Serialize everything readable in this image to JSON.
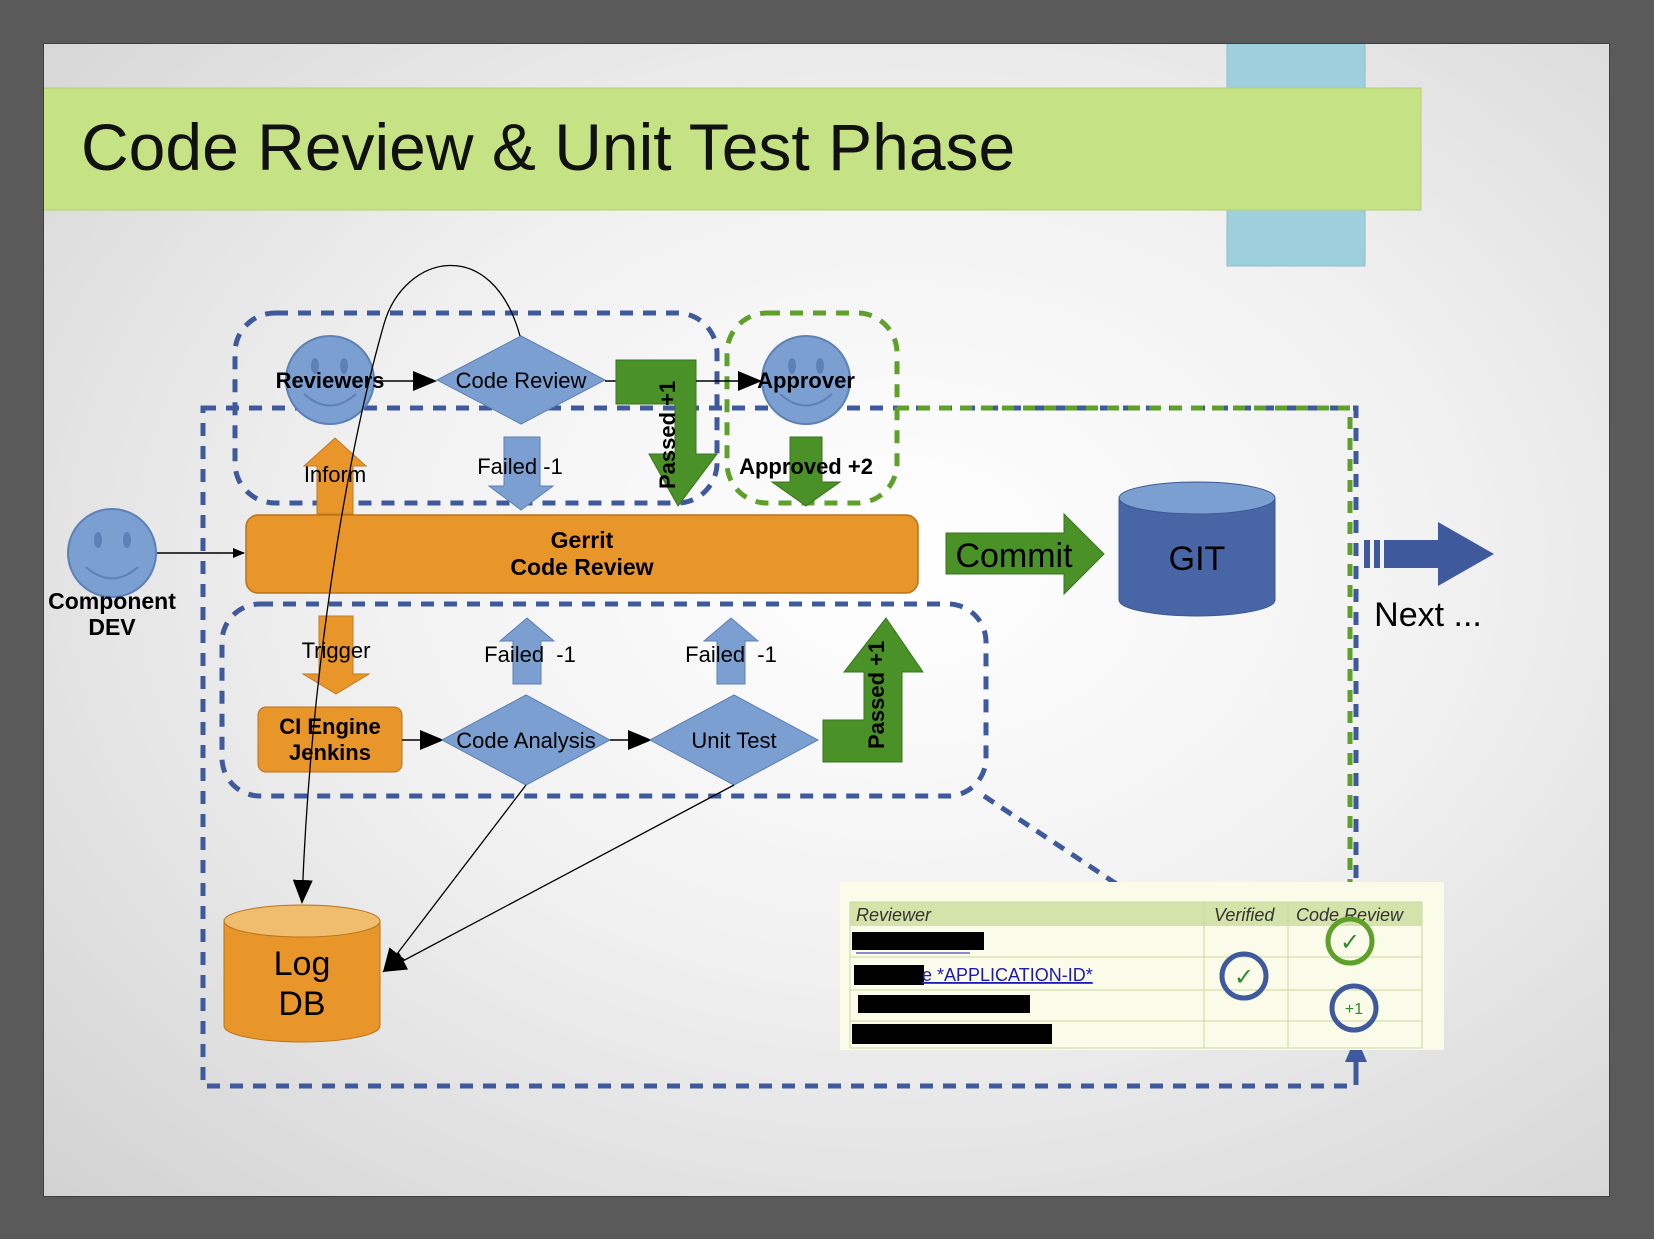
{
  "title": "Code Review & Unit Test Phase",
  "nodes": {
    "component_dev": "Component\nDEV",
    "reviewers": "Reviewers",
    "code_review_decision": "Code Review",
    "approver": "Approver",
    "gerrit": "Gerrit\nCode Review",
    "ci_engine": "CI Engine\nJenkins",
    "code_analysis": "Code Analysis",
    "unit_test": "Unit Test",
    "git": "GIT",
    "log_db": "Log\nDB"
  },
  "arrows": {
    "inform": "Inform",
    "trigger": "Trigger",
    "failed_review": "Failed -1",
    "passed_review": "Passed +1",
    "approved": "Approved +2",
    "failed_analysis": "Failed  -1",
    "failed_unit_test": "Failed  -1",
    "passed_ci": "Passed +1",
    "commit": "Commit",
    "next": "Next ..."
  },
  "review_table": {
    "headers": [
      "Reviewer",
      "Verified",
      "Code Review"
    ],
    "rows": [
      {
        "reviewer": "",
        "verified": "",
        "code_review": "check"
      },
      {
        "reviewer": "e *APPLICATION-ID*",
        "verified": "check",
        "code_review": ""
      },
      {
        "reviewer": "",
        "verified": "",
        "code_review": "+1"
      },
      {
        "reviewer": "",
        "verified": "",
        "code_review": ""
      }
    ]
  },
  "colors": {
    "title_band": "#c5e384",
    "orange": "#e8952a",
    "blue_shape": "#7b9fd0",
    "green": "#4a9128",
    "git_blue": "#4866a6",
    "dash_blue": "#3f5a9c",
    "dash_green": "#5ea02a"
  }
}
